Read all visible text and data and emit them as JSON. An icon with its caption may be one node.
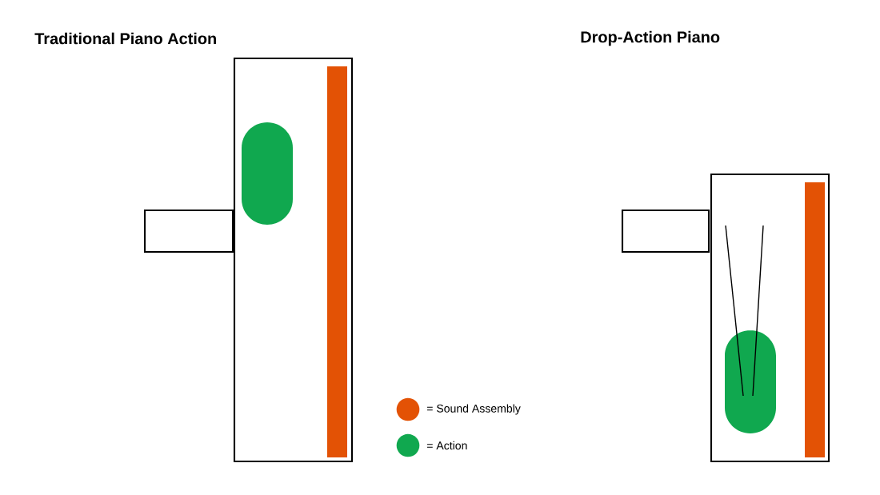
{
  "diagram": {
    "labels": [
      "Traditional Piano Action",
      "Drop-Action Piano"
    ],
    "legend": [
      {
        "text": "= Sound Assembly",
        "color": "#e35205"
      },
      {
        "text": "= Action",
        "color": "#10a84f"
      }
    ]
  }
}
